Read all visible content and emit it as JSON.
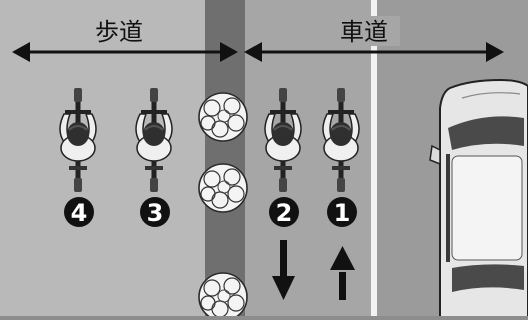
{
  "labels": {
    "sidewalk": "歩道",
    "roadway": "車道"
  },
  "markers": {
    "m4": "4",
    "m3": "3",
    "m2": "2",
    "m1": "1"
  },
  "icons": {
    "cyclist": "bicycle-rider-top-view-icon",
    "tree": "tree-top-view-icon",
    "car": "car-top-view-icon",
    "arrow_down": "arrow-down-icon",
    "arrow_up": "arrow-up-icon"
  },
  "colors": {
    "sidewalk": "#b9b9b9",
    "planting_strip": "#6f6f6f",
    "roadway": "#a6a6a6",
    "far_lane": "#9b9b9b",
    "lane_line": "#f2f2f2"
  }
}
